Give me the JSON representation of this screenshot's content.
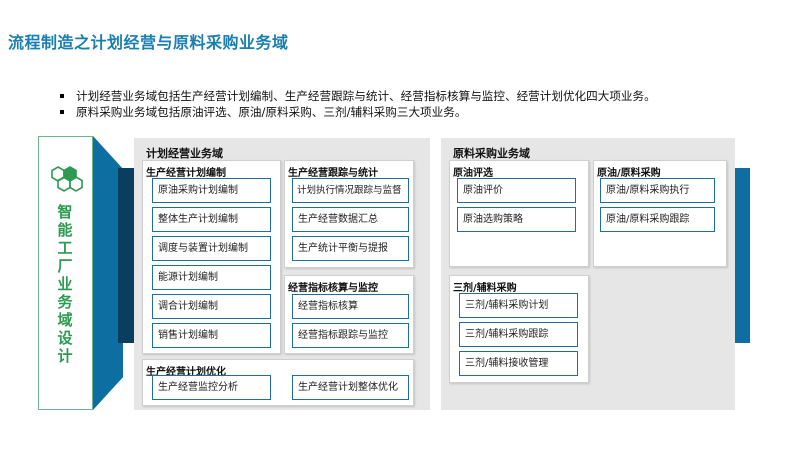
{
  "page_title": "流程制造之计划经营与原料采购业务域",
  "bullets": [
    "计划经营业务域包括生产经营计划编制、生产经营跟踪与统计、经营指标核算与监控、经营计划优化四大项业务。",
    "原料采购业务域包括原油评选、原油/原料采购、三剂/辅料采购三大项业务。"
  ],
  "side_label": [
    "智",
    "能",
    "工",
    "厂",
    "业",
    "务",
    "域",
    "设",
    "计"
  ],
  "colors": {
    "title": "#1a7fb0",
    "side_text": "#2d9a52",
    "accent_blue": "#0d6ea1",
    "item_border": "#1e6f9f",
    "panel_bg": "#e6e6e6"
  },
  "planning": {
    "title": "计划经营业务域",
    "compile": {
      "title": "生产经营计划编制",
      "items": [
        "原油采购计划编制",
        "整体生产计划编制",
        "调度与装置计划编制",
        "能源计划编制",
        "调合计划编制",
        "销售计划编制"
      ]
    },
    "tracking": {
      "title": "生产经营跟踪与统计",
      "items": [
        "计划执行情况跟踪与监督",
        "生产经营数据汇总",
        "生产统计平衡与提报"
      ]
    },
    "indicators": {
      "title": "经营指标核算与监控",
      "items": [
        "经营指标核算",
        "经营指标跟踪与监控"
      ]
    },
    "optimize": {
      "title": "生产经营计划优化",
      "items": [
        "生产经营监控分析",
        "生产经营计划整体优化"
      ]
    }
  },
  "procurement": {
    "title": "原料采购业务域",
    "crude_select": {
      "title": "原油评选",
      "items": [
        "原油评价",
        "原油选购策略"
      ]
    },
    "crude_purchase": {
      "title": "原油/原料采购",
      "items": [
        "原油/原料采购执行",
        "原油/原料采购跟踪"
      ]
    },
    "additives": {
      "title": "三剂/辅料采购",
      "items": [
        "三剂/辅料采购计划",
        "三剂/辅料采购跟踪",
        "三剂/辅料接收管理"
      ]
    }
  }
}
